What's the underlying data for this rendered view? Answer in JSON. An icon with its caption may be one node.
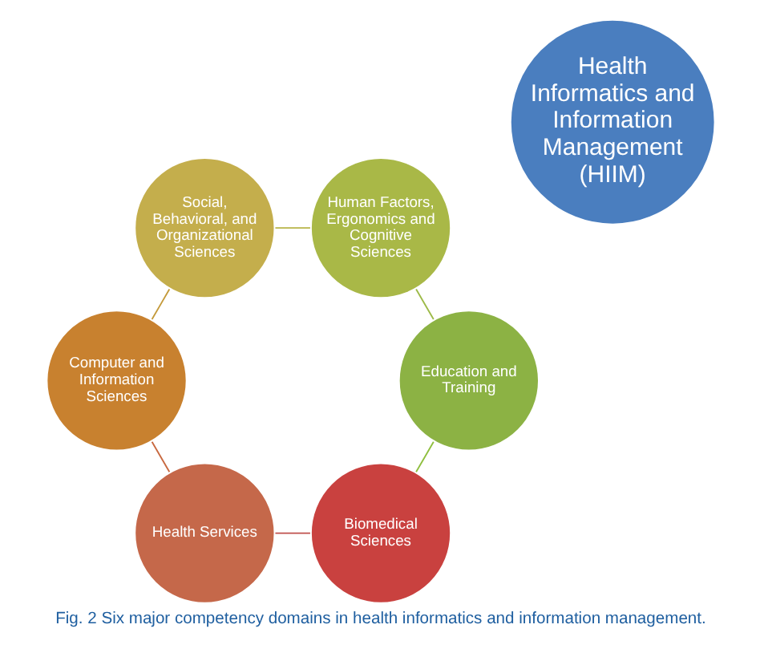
{
  "diagram": {
    "caption": "Fig. 2 Six major competency domains in health informatics and information management.",
    "nodes": [
      {
        "text": [
          "Biomedical Sciences"
        ]
      },
      {
        "text": [
          "Health Services"
        ]
      },
      {
        "text": [
          "Computer and Information Sciences"
        ]
      },
      {
        "text": [
          "Social, Behavioral, and Organizational Sciences"
        ]
      },
      {
        "text": [
          "Human Factors, Ergonomics and Cognitive Sciences"
        ]
      },
      {
        "text": [
          "Education and Training"
        ]
      },
      {
        "text": [
          "Health Informatics and Information Management (HIIM)"
        ]
      }
    ],
    "edges": [
      {
        "from": 0,
        "to": 1,
        "arrow": "none",
        "color": "#c0504d"
      },
      {
        "from": 1,
        "to": 2,
        "arrow": "none",
        "color": "#c8683f"
      },
      {
        "from": 2,
        "to": 3,
        "arrow": "none",
        "color": "#c49a3a"
      },
      {
        "from": 3,
        "to": 4,
        "arrow": "none",
        "color": "#b8b448"
      },
      {
        "from": 4,
        "to": 5,
        "arrow": "none",
        "color": "#9dba48"
      },
      {
        "from": 5,
        "to": 0,
        "arrow": "none",
        "color": "#8fbf3f"
      }
    ]
  }
}
